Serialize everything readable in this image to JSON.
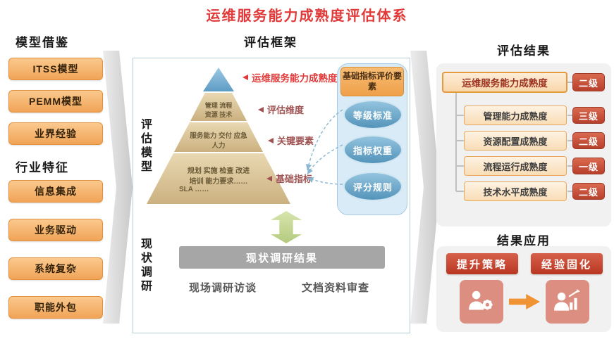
{
  "title": "运维服务能力成熟度评估体系",
  "left_panel": {
    "model_section": {
      "header": "模型借鉴",
      "items": [
        "ITSS模型",
        "PEMM模型",
        "业界经验"
      ]
    },
    "industry_section": {
      "header": "行业特征",
      "items": [
        "信息集成",
        "业务驱动",
        "系统复杂",
        "职能外包"
      ]
    }
  },
  "framework": {
    "header": "评估框架",
    "side_label_top": "评估模型",
    "side_label_bottom": "现状调研",
    "pyramid": {
      "level2_line1": "管理 流程",
      "level2_line2": "资源 技术",
      "level3_line1": "服务能力 交付 应急",
      "level3_line2": "人力",
      "level4_line1": "规划 实施 检查 改进",
      "level4_line2": "培训 能力要求……",
      "level4_line3": "SLA ……"
    },
    "callouts": [
      "运维服务能力成熟度",
      "评估维度",
      "关键要素",
      "基础指标"
    ],
    "indicator_panel": {
      "header": "基础指标评价要素",
      "ovals": [
        "等级标准",
        "指标权重",
        "评分规则"
      ]
    },
    "survey": {
      "result_bar": "现状调研结果",
      "method_left": "现场调研访谈",
      "method_right": "文档资料审查"
    }
  },
  "result_panel": {
    "header": "评估结果",
    "root_label": "运维服务能力成熟度",
    "root_badge": "二级",
    "children": [
      {
        "label": "管理能力成熟度",
        "badge": "三级"
      },
      {
        "label": "资源配置成熟度",
        "badge": "二级"
      },
      {
        "label": "流程运行成熟度",
        "badge": "一级"
      },
      {
        "label": "技术水平成熟度",
        "badge": "二级"
      }
    ]
  },
  "application_panel": {
    "header": "结果应用",
    "left_box": "提升策略",
    "right_box": "经验固化"
  }
}
